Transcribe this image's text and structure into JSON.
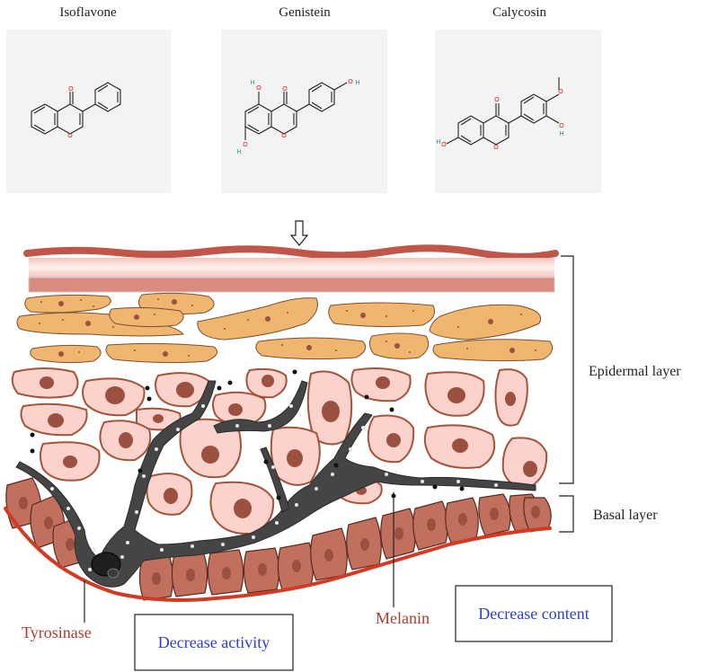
{
  "compounds": [
    {
      "name": "Isoflavone"
    },
    {
      "name": "Genistein"
    },
    {
      "name": "Calycosin"
    }
  ],
  "atoms": {
    "oxygen": "O",
    "hydroxyl_h": "H"
  },
  "labels": {
    "epidermal_layer": "Epidermal layer",
    "basal_layer": "Basal layer",
    "tyrosinase": "Tyrosinase",
    "melanin": "Melanin",
    "decrease_activity": "Decrease activity",
    "decrease_content": "Decrease content"
  },
  "colors": {
    "label_red": "#b03a2e",
    "effect_blue": "#2b3fd8",
    "skin_top": "#c0564a",
    "keratin": "#f0b56e",
    "cell_fill": "#fbd3cc",
    "cell_border": "#a0553c",
    "nucleus": "#9c5040",
    "basal_cell": "#c1705e",
    "melanocyte": "#3f3f3f"
  }
}
